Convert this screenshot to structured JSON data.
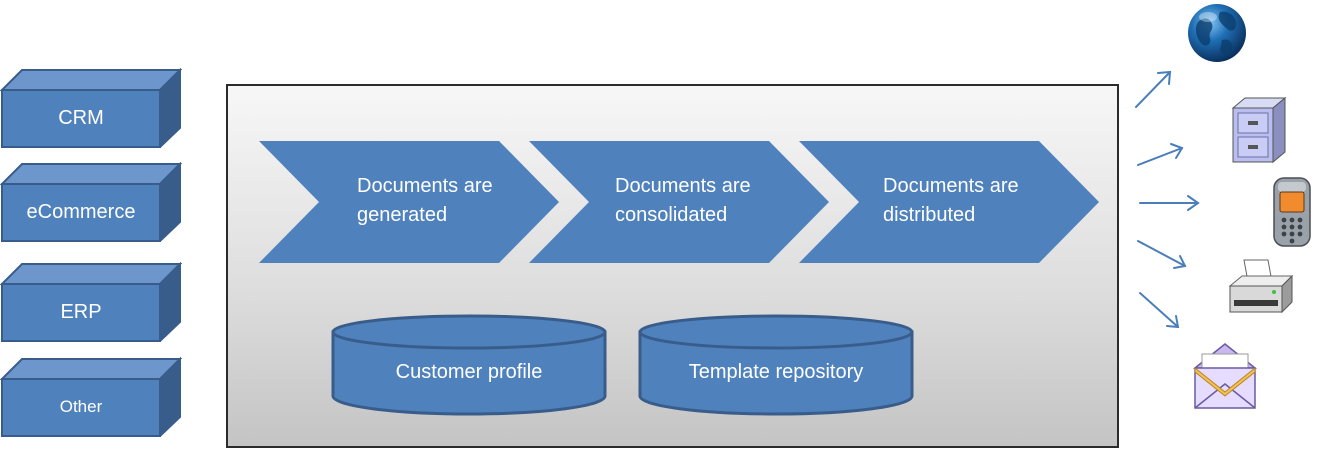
{
  "sources": [
    {
      "label": "CRM"
    },
    {
      "label": "eCommerce"
    },
    {
      "label": "ERP"
    },
    {
      "label": "Other"
    }
  ],
  "process_steps": [
    {
      "label": "Documents are generated"
    },
    {
      "label": "Documents are consolidated"
    },
    {
      "label": "Documents are distributed"
    }
  ],
  "repositories": [
    {
      "label": "Customer profile"
    },
    {
      "label": "Template repository"
    }
  ],
  "outputs": [
    {
      "icon": "globe-icon"
    },
    {
      "icon": "filing-cabinet-icon"
    },
    {
      "icon": "mobile-phone-icon"
    },
    {
      "icon": "printer-icon"
    },
    {
      "icon": "envelope-icon"
    }
  ],
  "colors": {
    "shape_fill": "#4f81bd",
    "shape_dark": "#385d8a",
    "shape_top": "#6d96cc",
    "arrow": "#4a7ebb"
  }
}
